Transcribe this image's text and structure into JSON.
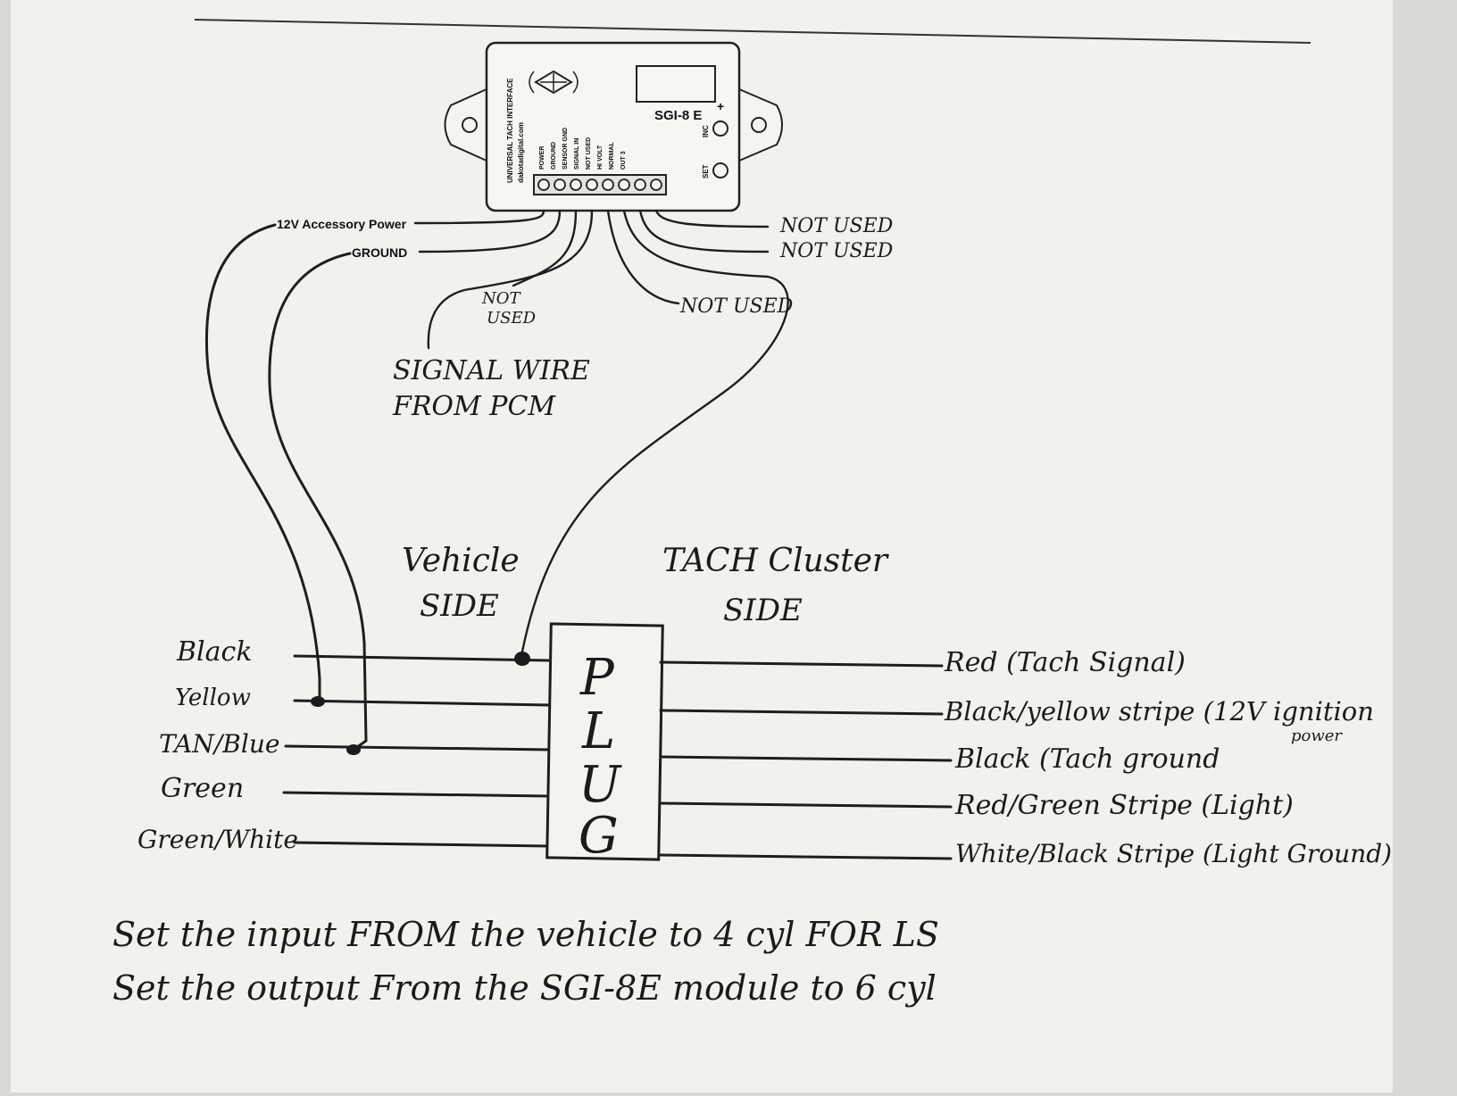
{
  "module": {
    "brand_lines": [
      "UNIVERSAL TACH INTERFACE",
      "dakotadigital.com"
    ],
    "model": "SGI-8 E",
    "buttons": [
      {
        "label": "INC"
      },
      {
        "label": "SET"
      }
    ],
    "plus_sign": "+",
    "terminals": [
      "POWER",
      "GROUND",
      "SENSOR GND",
      "SIGNAL IN",
      "NOT USED",
      "HI VOLT",
      "NORMAL",
      "OUT 3"
    ]
  },
  "module_labels": {
    "power": "12V Accessory Power",
    "ground": "GROUND",
    "not_used_1": "NOT USED",
    "not_used_2": "NOT USED",
    "not_used_3": "NOT USED",
    "not_used_left": [
      "NOT",
      "USED"
    ],
    "signal": [
      "SIGNAL WIRE",
      "FROM PCM"
    ]
  },
  "plug": {
    "letters": [
      "P",
      "L",
      "U",
      "G"
    ],
    "vehicle_side": [
      "Vehicle",
      "SIDE"
    ],
    "cluster_side": [
      "TACH Cluster",
      "SIDE"
    ]
  },
  "vehicle_wires": [
    "Black",
    "Yellow",
    "TAN/Blue",
    "Green",
    "Green/White"
  ],
  "cluster_wires": [
    "Red (Tach Signal)",
    "Black/yellow stripe (12V ignition",
    "Black (Tach ground",
    "Red/Green Stripe (Light)",
    "White/Black Stripe (Light Ground)"
  ],
  "cluster_wire_note": "power",
  "notes": [
    "Set the input FROM the vehicle to 4 cyl FOR LS",
    "Set the output From the SGI-8E module to 6 cyl"
  ],
  "colors": {
    "paper": "#f1f1ee",
    "ink": "#1b1b1b",
    "backdrop": "#d9d9d6"
  }
}
